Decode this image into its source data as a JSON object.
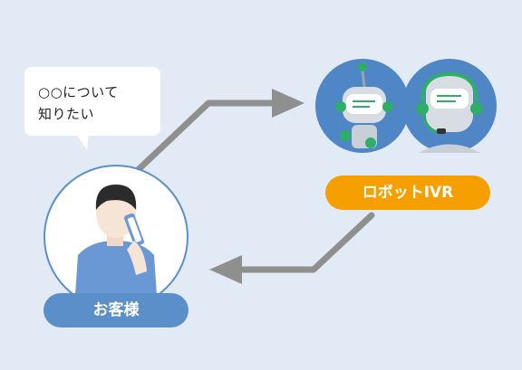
{
  "speech": {
    "line1": "○○について",
    "line2": "知りたい"
  },
  "robot_label": "ロボットIVR",
  "customer_label": "お客様",
  "colors": {
    "background": "#e2ebf5",
    "arrow": "#8f8f8f",
    "orange": "#f5a000",
    "blue_pill": "#5b8fc9",
    "robot_circle": "#4f87c6",
    "accent_green": "#2eae68",
    "shirt": "#6a98d4"
  },
  "icons": [
    "speech-bubble-icon",
    "robot-icon",
    "operator-robot-icon",
    "person-on-phone-icon",
    "arrow-icon"
  ]
}
